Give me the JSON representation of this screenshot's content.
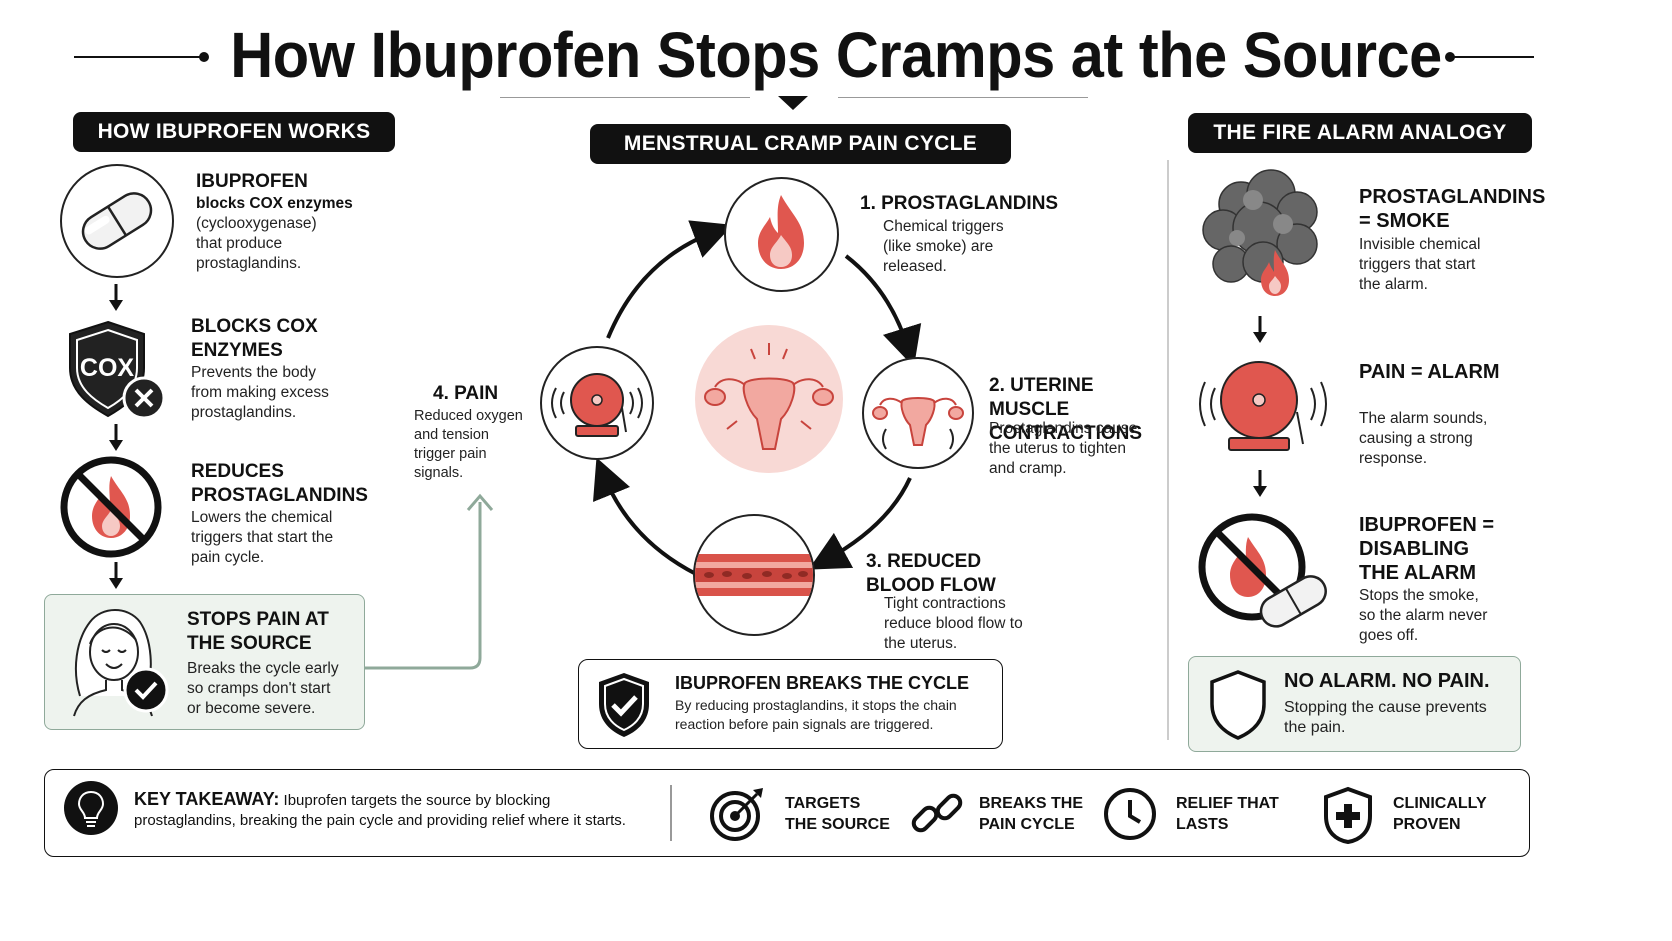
{
  "title": "How Ibuprofen Stops Cramps at the Source",
  "left": {
    "header": "HOW IBUPROFEN WORKS",
    "steps": [
      {
        "title": "IBUPROFEN",
        "subtitle": "blocks COX enzymes",
        "text": "(cyclooxygenase) that produce prostaglandins."
      },
      {
        "title": "BLOCKS COX ENZYMES",
        "text": "Prevents the body from making excess prostaglandins.",
        "badge": "COX"
      },
      {
        "title": "REDUCES PROSTAGLANDINS",
        "text": "Lowers the chemical triggers that start the pain cycle."
      },
      {
        "title": "STOPS PAIN AT THE SOURCE",
        "text": "Breaks the cycle early so cramps don't start or become severe."
      }
    ]
  },
  "center": {
    "header": "MENSTRUAL CRAMP PAIN CYCLE",
    "steps": [
      {
        "title": "1.  PROSTAGLANDINS",
        "text": "Chemical triggers (like smoke) are released."
      },
      {
        "title": "2.  UTERINE MUSCLE CONTRACTIONS",
        "text": "Prostaglandins cause the uterus to tighten and cramp."
      },
      {
        "title": "3.  REDUCED BLOOD FLOW",
        "text": "Tight contractions reduce blood flow to the uterus."
      },
      {
        "title": "4. PAIN",
        "text": "Reduced oxygen and tension trigger pain signals."
      }
    ],
    "callout": {
      "title": "IBUPROFEN BREAKS THE CYCLE",
      "text": "By reducing prostaglandins, it stops the chain reaction before pain signals are triggered."
    }
  },
  "right": {
    "header": "THE FIRE ALARM ANALOGY",
    "steps": [
      {
        "title": "PROSTAGLANDINS = SMOKE",
        "text": "Invisible chemical triggers that start the alarm."
      },
      {
        "title": "PAIN = ALARM",
        "text": "The alarm sounds, causing a strong response."
      },
      {
        "title": "IBUPROFEN = DISABLING THE ALARM",
        "text": "Stops the smoke, so the alarm never goes off."
      }
    ],
    "callout": {
      "title": "NO ALARM. NO PAIN.",
      "text": "Stopping the cause prevents the pain."
    }
  },
  "footer": {
    "label": "KEY TAKEAWAY:",
    "text": "Ibuprofen targets the source by blocking prostaglandins, breaking the pain cycle and providing relief where it starts.",
    "features": [
      {
        "line1": "TARGETS",
        "line2": "THE SOURCE",
        "icon": "target-icon"
      },
      {
        "line1": "BREAKS THE",
        "line2": "PAIN CYCLE",
        "icon": "broken-link-icon"
      },
      {
        "line1": "RELIEF THAT",
        "line2": "LASTS",
        "icon": "clock-icon"
      },
      {
        "line1": "CLINICALLY",
        "line2": "PROVEN",
        "icon": "shield-plus-icon"
      }
    ]
  },
  "colors": {
    "accent": "#e0574f",
    "accentLight": "#f6c9c4",
    "green": "#eef3ee",
    "greenBorder": "#8fa99a"
  }
}
